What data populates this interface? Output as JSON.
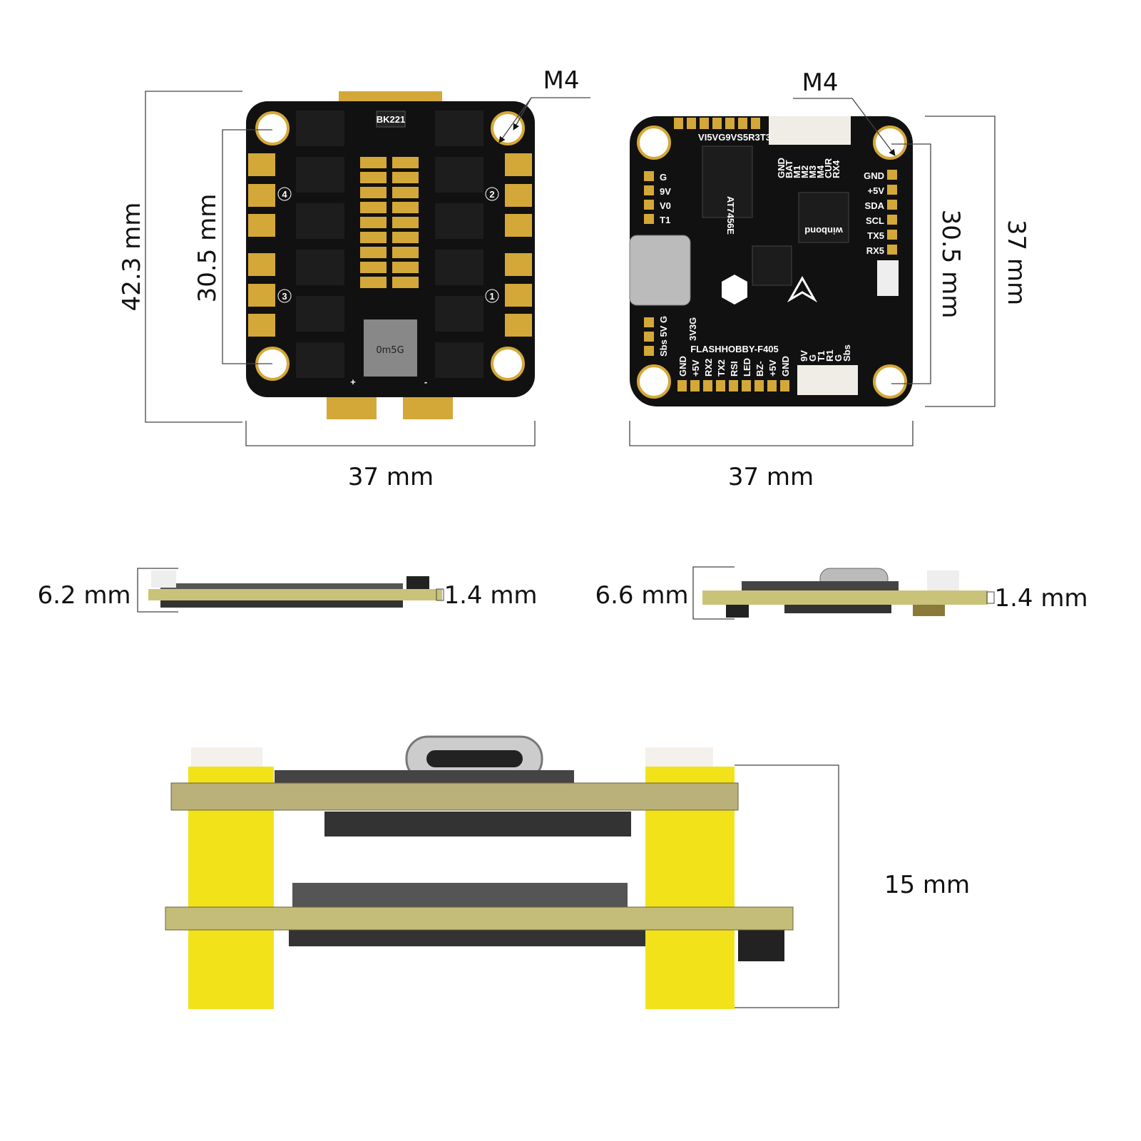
{
  "colors": {
    "pcb": "#111111",
    "pad": "#d4a838",
    "standoff": "#f2e21a",
    "hole": "#ffffff",
    "fr4": "#c9c37a"
  },
  "esc_top": {
    "height_outer": "42.3 mm",
    "height_inner": "30.5 mm",
    "width": "37 mm",
    "hole_label": "M4",
    "motor_numbers": [
      "4",
      "2",
      "3",
      "1"
    ],
    "power_plus": "+",
    "power_minus": "-",
    "shunt_marking": "0m5G",
    "chip_marking": "BK221"
  },
  "fc_top": {
    "width": "37 mm",
    "height_outer": "37 mm",
    "height_inner": "30.5 mm",
    "hole_label": "M4",
    "brand": "FLASHHOBBY-F405",
    "top_pads": "VI5VG9VS5R3T3",
    "esc_connector_pins": [
      "GND",
      "BAT",
      "M1",
      "M2",
      "M3",
      "M4",
      "CUR",
      "RX4"
    ],
    "left_pads": [
      "G",
      "9V",
      "V0",
      "T1"
    ],
    "right_pads": [
      "GND",
      "+5V",
      "SDA",
      "SCL",
      "TX5",
      "RX5"
    ],
    "bottom_left_pads": [
      "Sbs 5V G",
      "3V3G"
    ],
    "bottom_pads": [
      "GND",
      "+5V",
      "RX2",
      "TX2",
      "RSI",
      "LED",
      "BZ-",
      "+5V",
      "GND"
    ],
    "vtx_connector_pins": [
      "9V",
      "G",
      "T1",
      "R1",
      "G",
      "Sbs"
    ],
    "chip_markings": [
      "AT7456E",
      "winbond"
    ]
  },
  "esc_side": {
    "total_height": "6.2 mm",
    "pcb_thickness": "1.4 mm"
  },
  "fc_side": {
    "total_height": "6.6 mm",
    "pcb_thickness": "1.4 mm"
  },
  "stack": {
    "height": "15 mm"
  }
}
